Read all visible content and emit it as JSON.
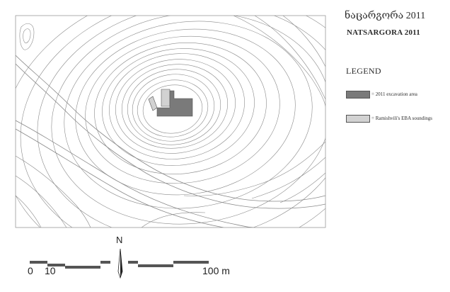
{
  "title": {
    "georgian": "ნაცარგორა 2011",
    "english": "NATSARGORA 2011"
  },
  "legend": {
    "heading": "LEGEND",
    "items": [
      {
        "label": "= 2011 excavation area",
        "color": "#7a7a7a"
      },
      {
        "label": "= Ramishvili's EBA soundings",
        "color": "#d2d2d2"
      }
    ]
  },
  "north_arrow": {
    "label": "N"
  },
  "scale_bar": {
    "start_label": "0",
    "mid_label": "10",
    "end_label": "100 m"
  },
  "colors": {
    "contour": "#8a8a8a",
    "frame": "#9a9a9a"
  }
}
